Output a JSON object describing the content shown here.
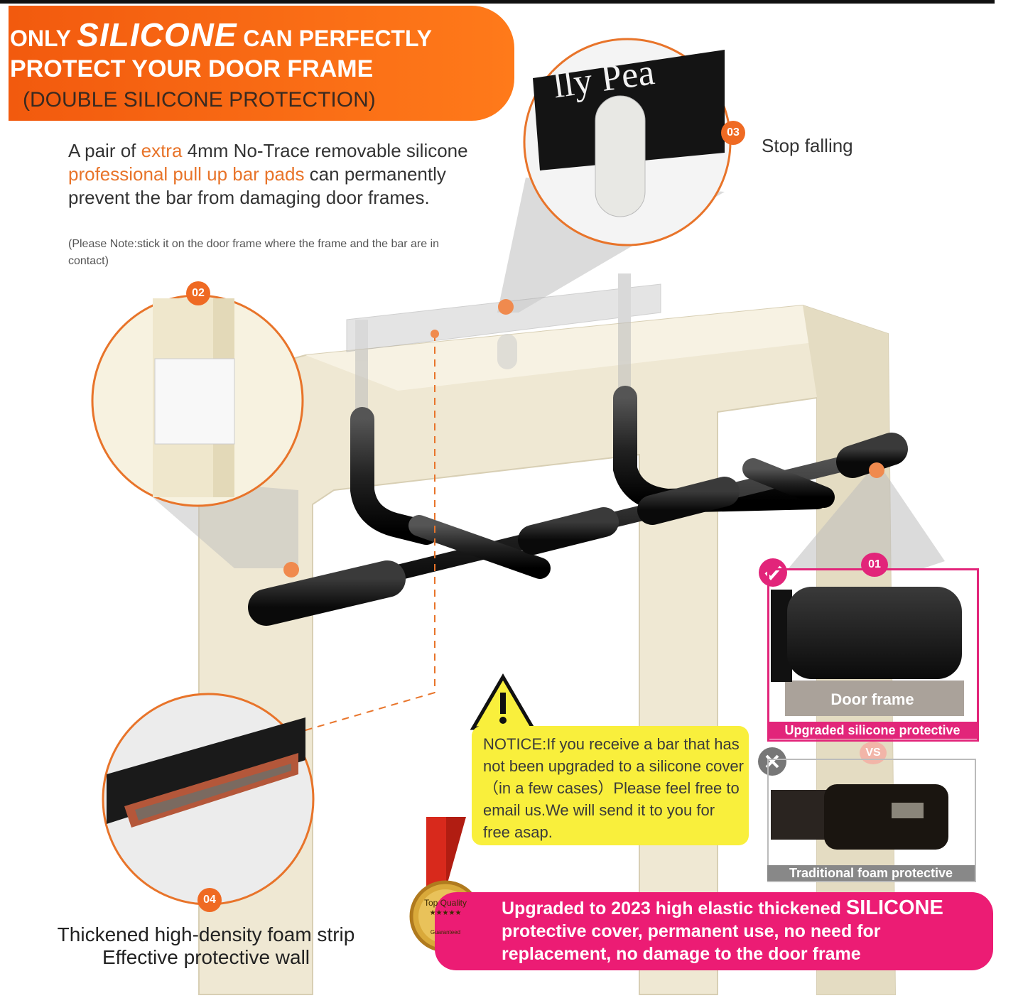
{
  "header": {
    "line1_prefix": "ONLY ",
    "line1_emph": "SILICONE",
    "line1_suffix": " CAN PERFECTLY",
    "line2": "PROTECT YOUR DOOR FRAME",
    "line3": "(DOUBLE SILICONE PROTECTION)"
  },
  "description": {
    "p1": "A pair of ",
    "p2": "extra",
    "p3": " 4mm No-Trace removable silicone ",
    "p4": "professional pull up bar pads",
    "p5": " can permanently prevent the bar from damaging door frames."
  },
  "note": "(Please Note:stick it on the door frame where the frame and the bar are in contact)",
  "callouts": {
    "badge_03": "03",
    "label_03": "Stop falling",
    "badge_02": "02",
    "badge_04": "04",
    "caption_04": "Thickened high-density foam strip Effective protective wall",
    "badge_01": "01",
    "brand_fragment": "lly Pea"
  },
  "notice": {
    "text": "NOTICE:If you receive a bar that has not been upgraded to a silicone cover（in a few cases）Please feel free to email us.We will send it to you for free asap."
  },
  "comparison": {
    "door_frame": "Door frame",
    "upgraded_label": "Upgraded silicone protective",
    "vs": "VS",
    "traditional_label": "Traditional foam protective"
  },
  "seal": {
    "line1": "Top Quality",
    "stars": "★★★★★",
    "line3": "Guaranteed"
  },
  "footer": {
    "part1": "Upgraded to 2023 high elastic thickened ",
    "emph": "SILICONE",
    "part2": " protective cover, permanent use, no need for replacement,  no damage to the door frame"
  },
  "colors": {
    "orange": "#f25a0e",
    "pink": "#ec1c74",
    "yellow": "#f9ef3c"
  }
}
